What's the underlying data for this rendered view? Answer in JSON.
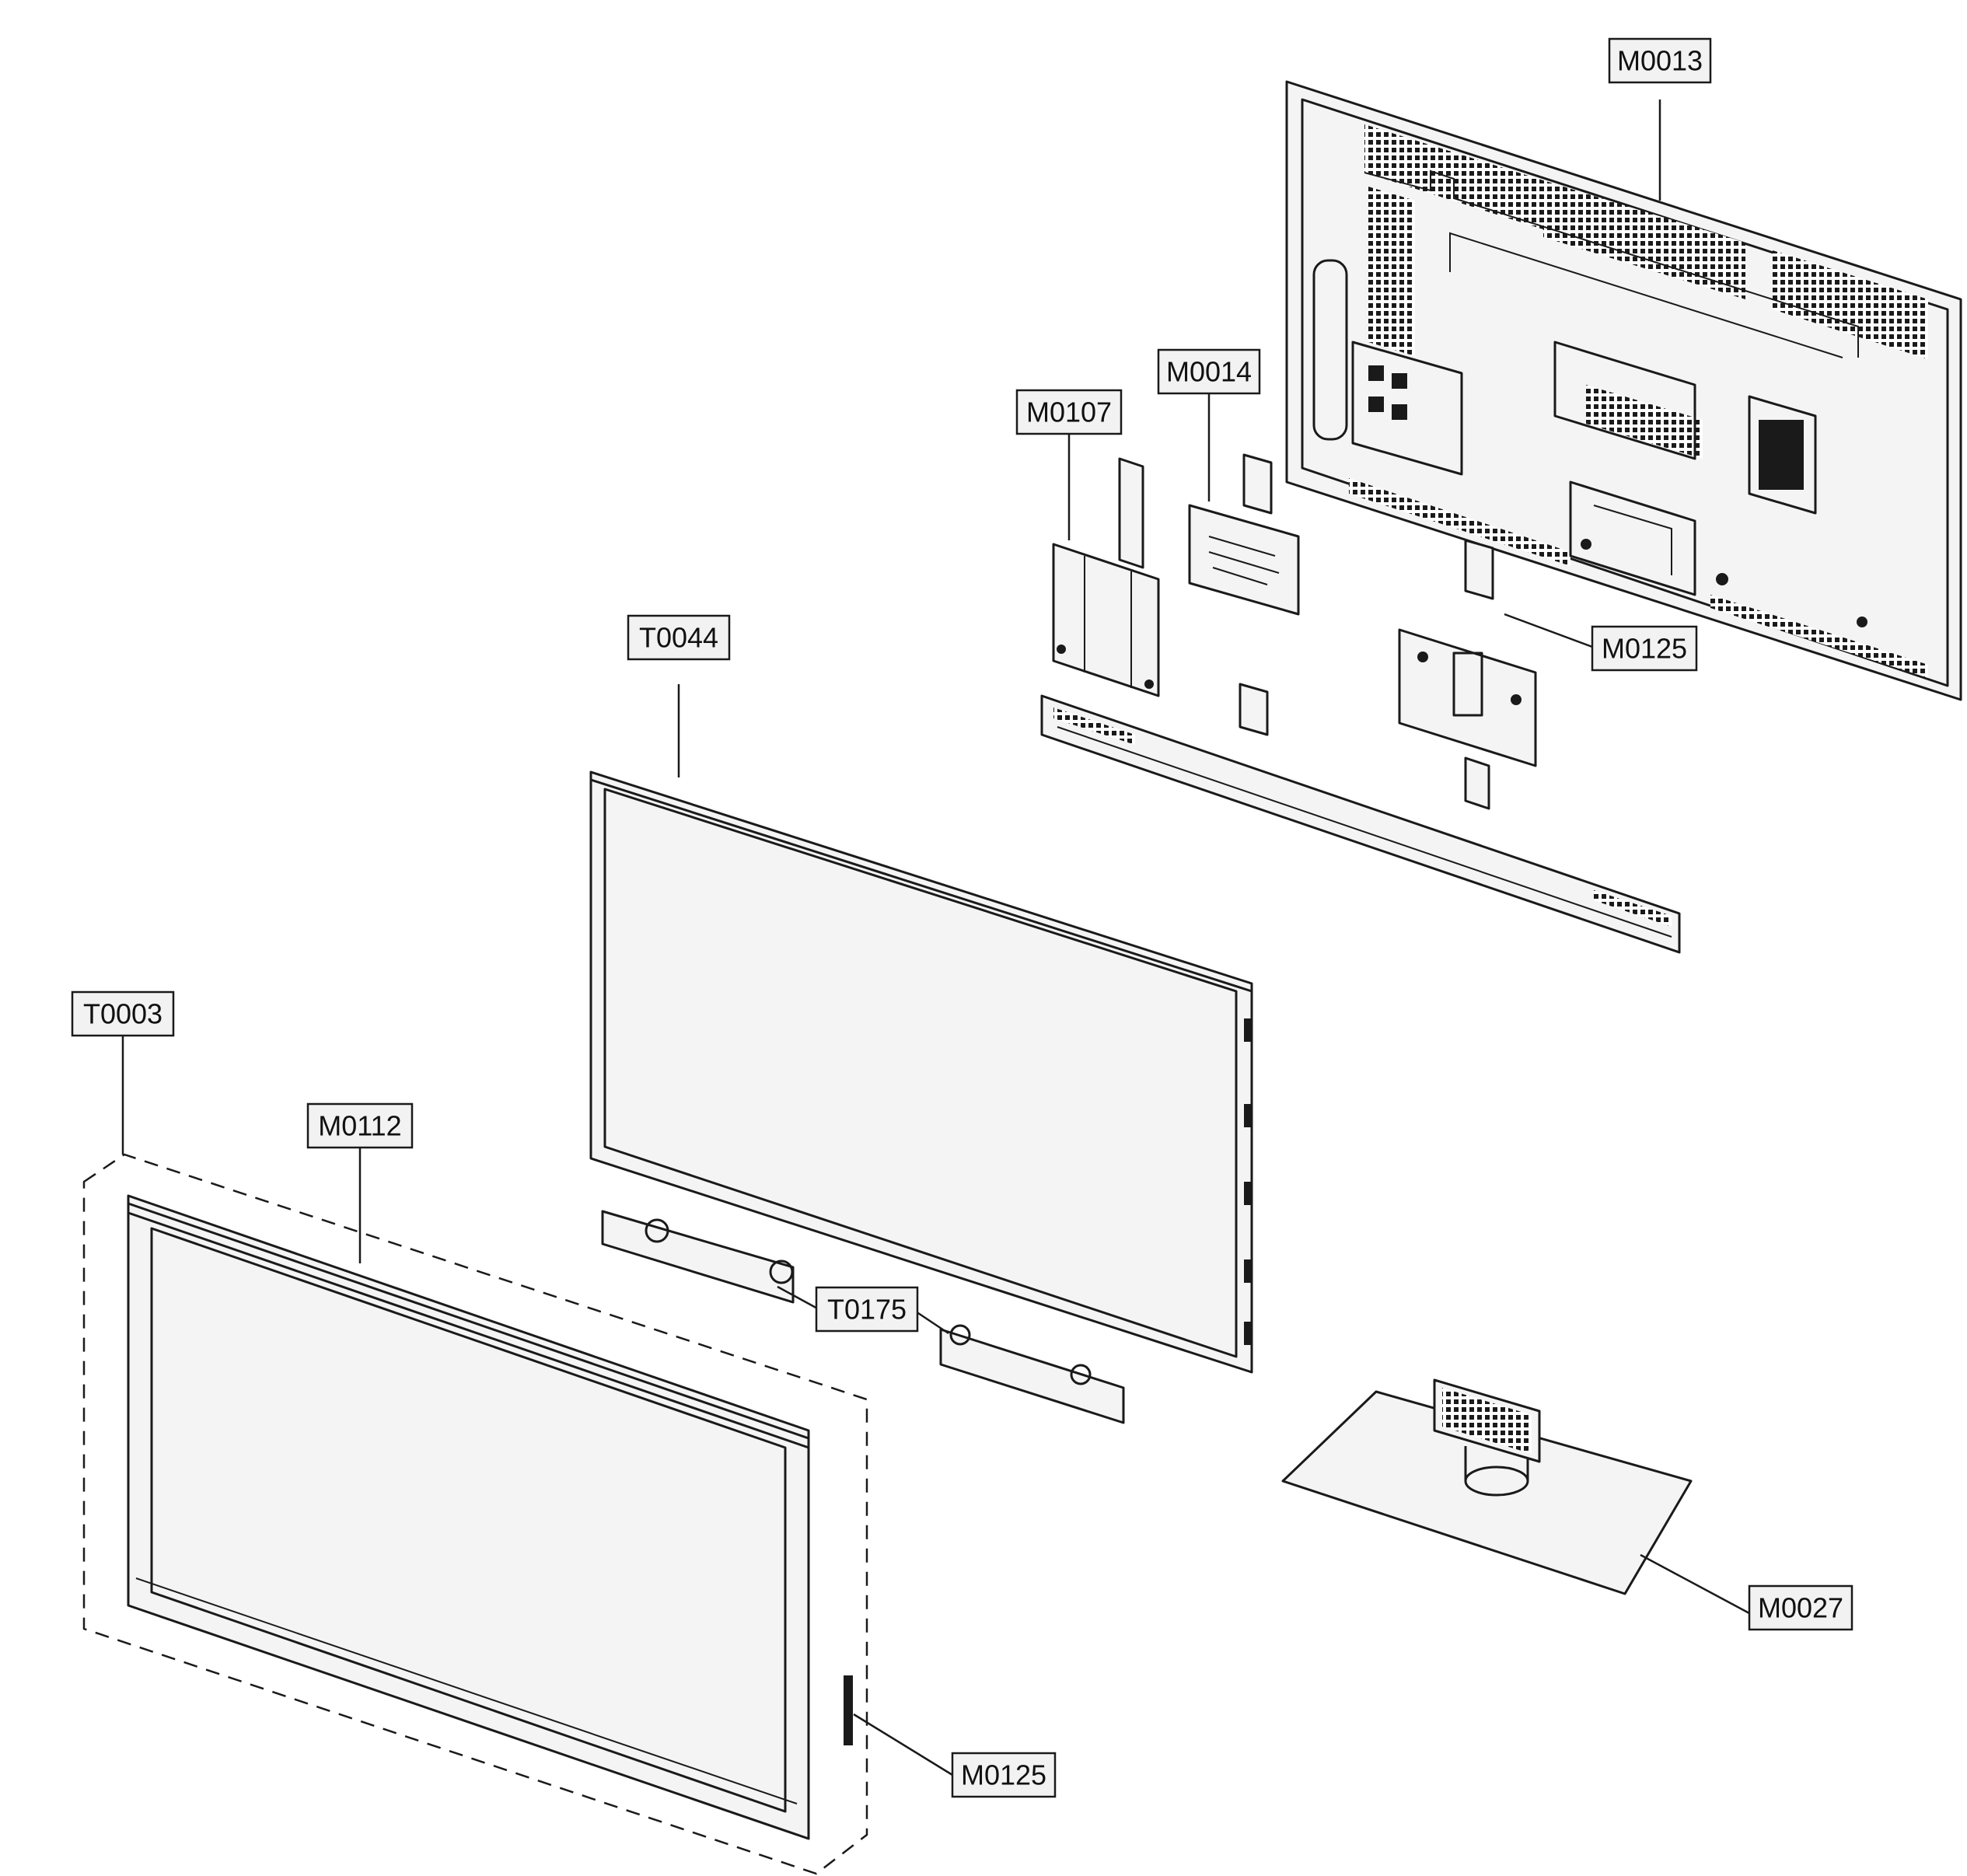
{
  "callouts": {
    "m0013": "M0013",
    "m0014": "M0014",
    "m0107": "M0107",
    "m0125_top": "M0125",
    "t0044": "T0044",
    "t0003": "T0003",
    "m0112": "M0112",
    "t0175": "T0175",
    "m0027": "M0027",
    "m0125_bottom": "M0125"
  }
}
